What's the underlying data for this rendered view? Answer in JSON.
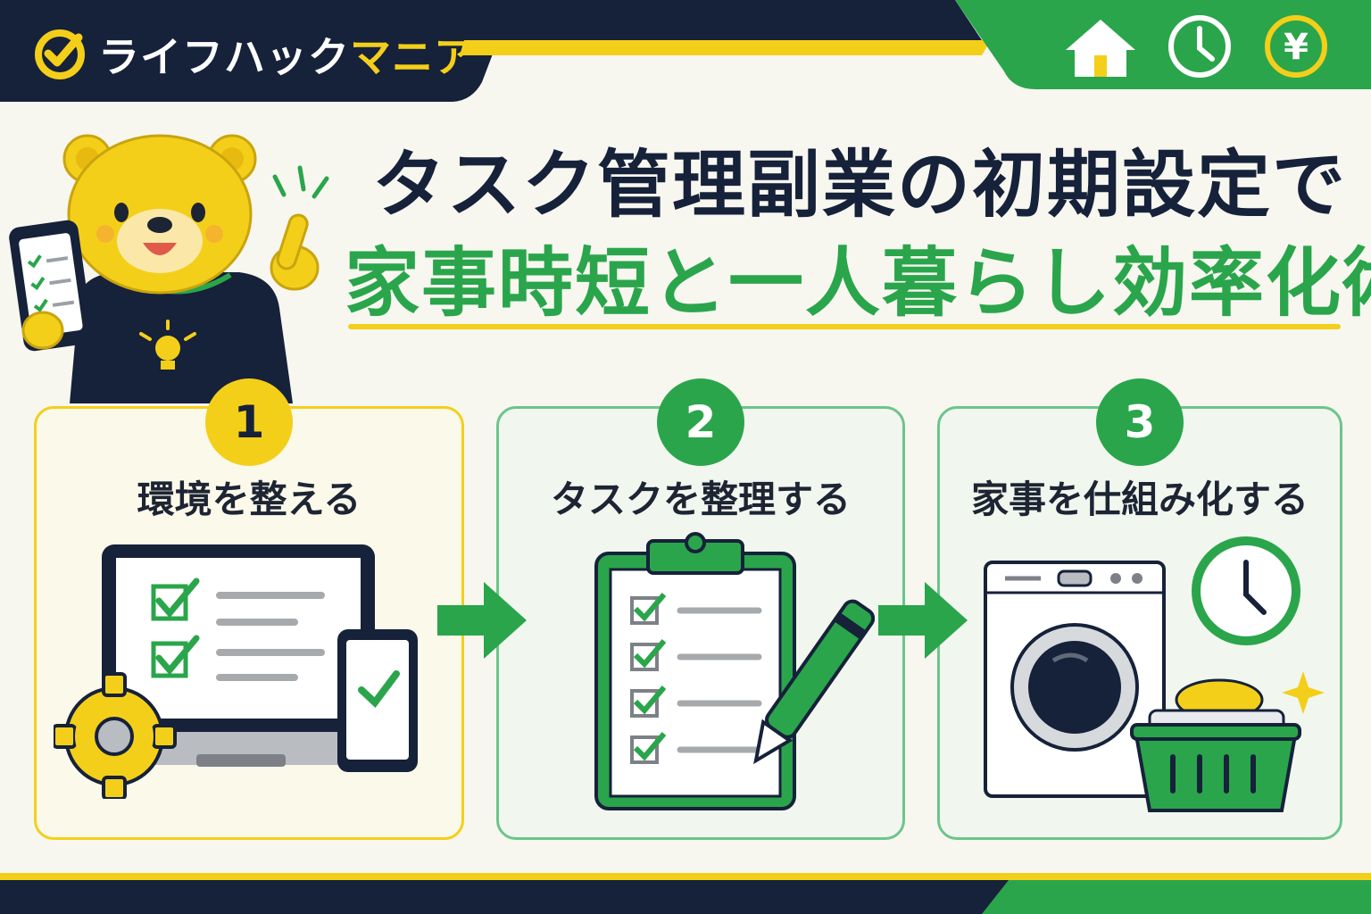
{
  "header": {
    "logo_text_main": "ライフハック",
    "logo_text_accent": "マニア",
    "icons": [
      "home-icon",
      "clock-icon",
      "yen-icon"
    ]
  },
  "title": {
    "line1": "タスク管理副業の初期設定で",
    "line2": "家事時短と一人暮らし効率化術"
  },
  "steps": [
    {
      "number": "1",
      "label": "環境を整える",
      "illustration": "laptop-phone-gear"
    },
    {
      "number": "2",
      "label": "タスクを整理する",
      "illustration": "clipboard-checklist-pen"
    },
    {
      "number": "3",
      "label": "家事を仕組み化する",
      "illustration": "washer-clock-basket"
    }
  ],
  "colors": {
    "navy": "#16213a",
    "green": "#2aa54b",
    "yellow": "#f4cf1a",
    "light_bg": "#f7f7f0"
  }
}
